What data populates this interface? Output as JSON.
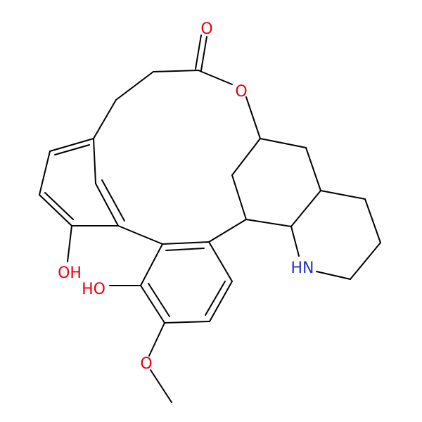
{
  "colors": {
    "background": "#ffffff",
    "bond": "#000000",
    "oxygen": "#e8000b",
    "nitrogen": "#2233cc"
  },
  "labels": {
    "carbonyl_oxygen": "O",
    "ester_oxygen": "O",
    "hydroxyl_left": "OH",
    "hydroxyl_center": "HO",
    "methoxy_oxygen": "O",
    "amine": "HN"
  }
}
